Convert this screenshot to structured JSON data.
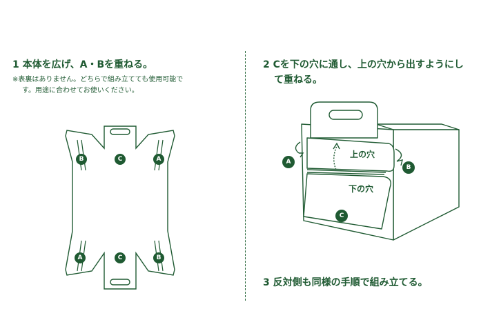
{
  "colors": {
    "brand_green": "#1f5a32",
    "line": "#2c6a3f",
    "badge": "#1f5a32"
  },
  "step1": {
    "title": "1 本体を広げ、A・Bを重ねる。",
    "note_line1": "※表裏はありません。どちらで組み立てても使用可能で",
    "note_line2": "す。用途に合わせてお使いください。"
  },
  "step2": {
    "title_line1": "2 Cを下の穴に通し、上の穴から出すようにし",
    "title_line2": "て重ねる。"
  },
  "step3": {
    "title": "3 反対側も同様の手順で組み立てる。"
  },
  "flat_labels": {
    "top_left": "B",
    "top_center": "C",
    "top_right": "A",
    "bottom_left": "A",
    "bottom_center": "C",
    "bottom_right": "B"
  },
  "box_labels": {
    "upper_hole": "上の穴",
    "lower_hole": "下の穴",
    "a": "A",
    "b": "B",
    "c": "C"
  }
}
